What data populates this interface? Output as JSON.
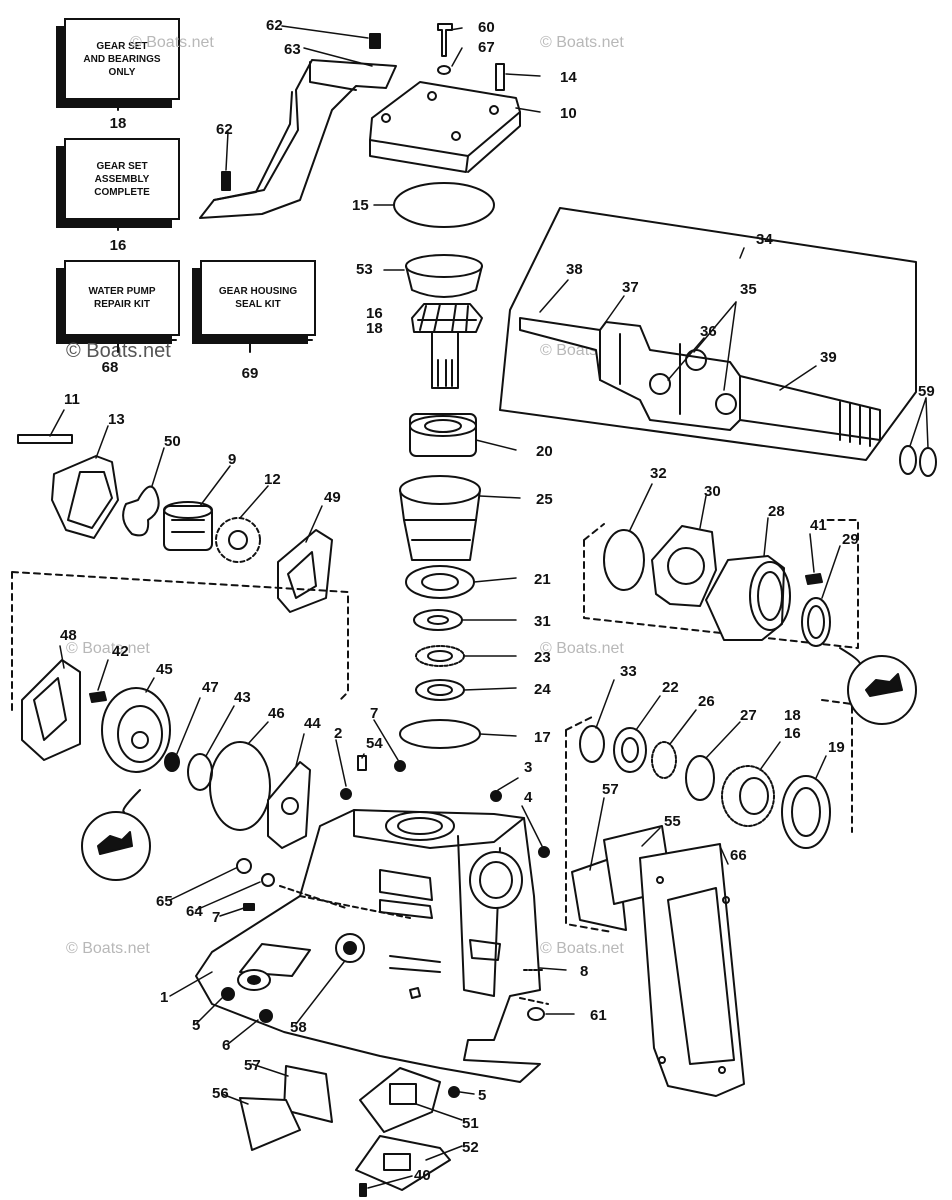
{
  "kits": [
    {
      "id": "kit-18",
      "text": "GEAR SET\nAND BEARINGS\nONLY",
      "ref": "18"
    },
    {
      "id": "kit-16",
      "text": "GEAR SET\nASSEMBLY\nCOMPLETE",
      "ref": "16"
    },
    {
      "id": "kit-68",
      "text": "WATER PUMP\nREPAIR KIT",
      "ref": "68"
    },
    {
      "id": "kit-69",
      "text": "GEAR HOUSING\nSEAL KIT",
      "ref": "69"
    }
  ],
  "watermark": "© Boats.net",
  "callouts": [
    "62",
    "60",
    "63",
    "67",
    "14",
    "10",
    "62",
    "15",
    "53",
    "16",
    "18",
    "34",
    "38",
    "37",
    "35",
    "36",
    "39",
    "59",
    "11",
    "13",
    "50",
    "9",
    "12",
    "49",
    "20",
    "25",
    "32",
    "30",
    "28",
    "41",
    "29",
    "21",
    "31",
    "48",
    "42",
    "45",
    "47",
    "43",
    "46",
    "44",
    "23",
    "24",
    "17",
    "33",
    "22",
    "26",
    "27",
    "18",
    "16",
    "19",
    "7",
    "54",
    "2",
    "3",
    "4",
    "57",
    "55",
    "66",
    "65",
    "64",
    "7",
    "8",
    "1",
    "5",
    "58",
    "6",
    "61",
    "57",
    "56",
    "5",
    "51",
    "52",
    "40"
  ]
}
